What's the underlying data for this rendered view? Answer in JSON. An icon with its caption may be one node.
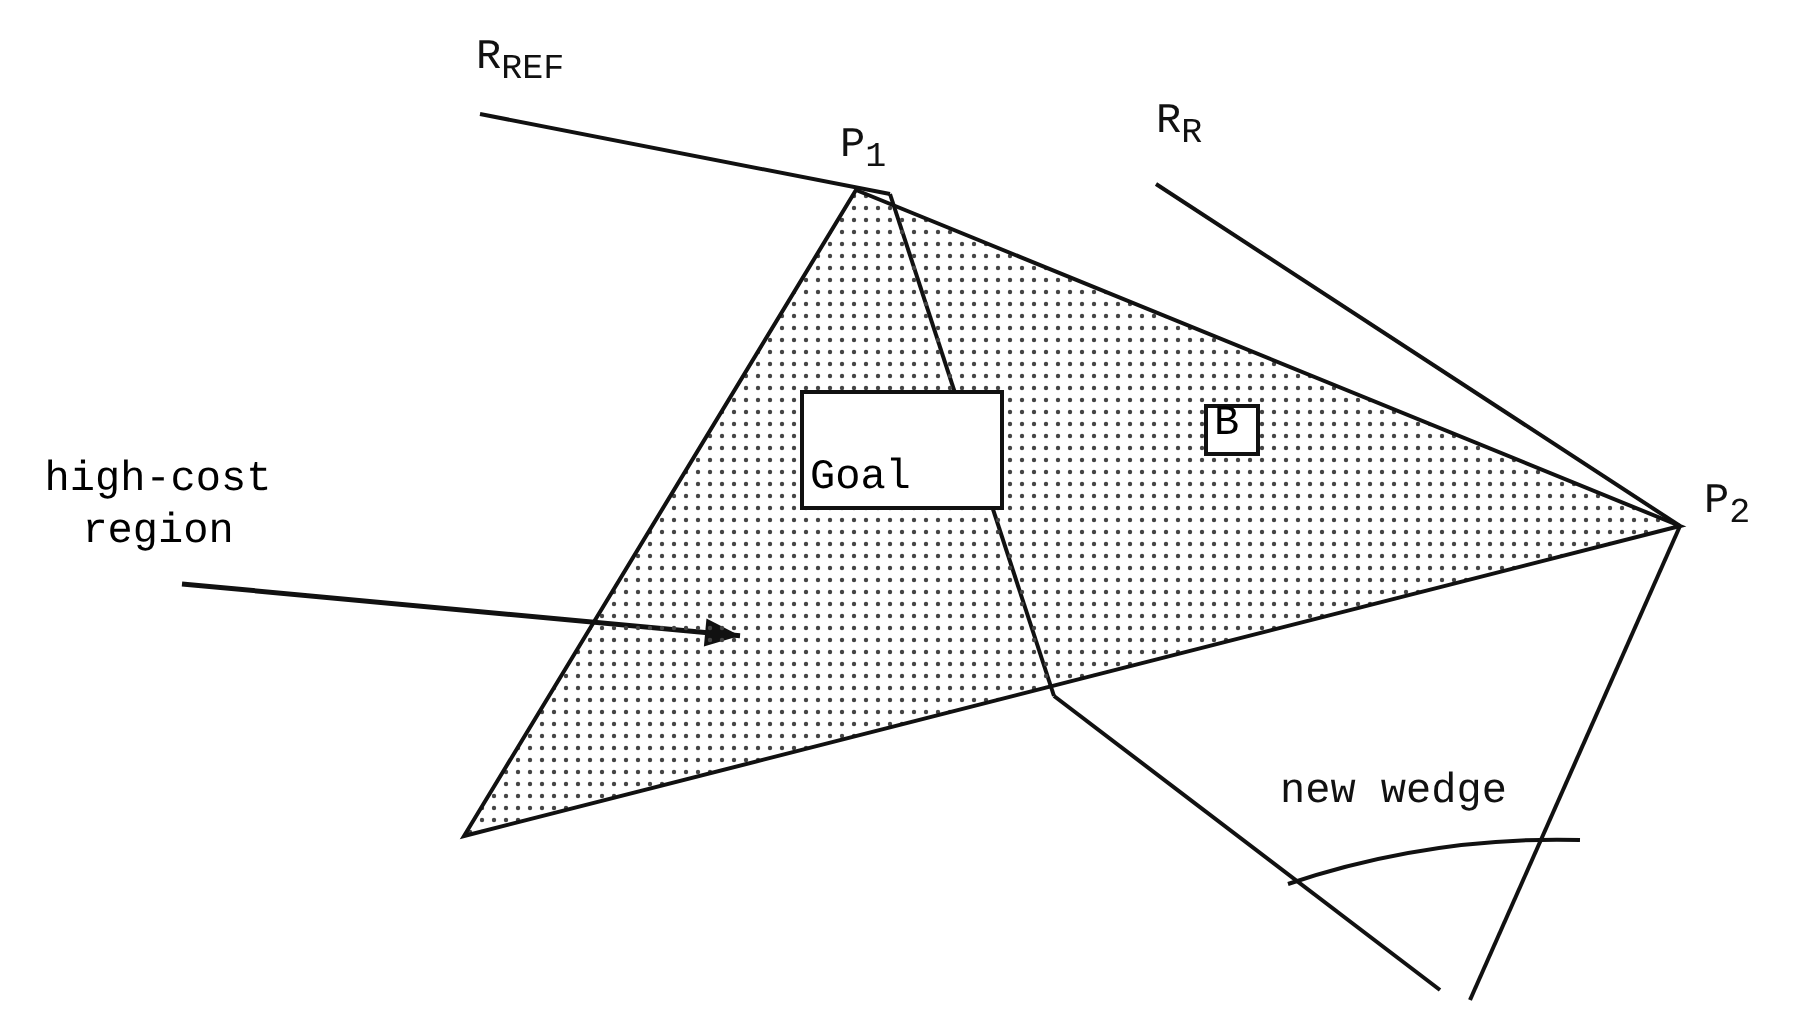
{
  "diagram": {
    "nodes": [
      {
        "text": [],
        "shape": "triangle"
      },
      {
        "text": [
          "Goal"
        ],
        "in": 0
      },
      {
        "text": [
          "B"
        ],
        "in": 0
      },
      {
        "text": [
          "high-cost region"
        ]
      }
    ],
    "edges": [
      {
        "from": 3,
        "to": 0,
        "arrow": "to"
      }
    ],
    "labels": [
      "R$_{REF}$",
      "P$_{1}$",
      "R$_{R}$",
      "P$_{2}$",
      "new wedge"
    ]
  }
}
